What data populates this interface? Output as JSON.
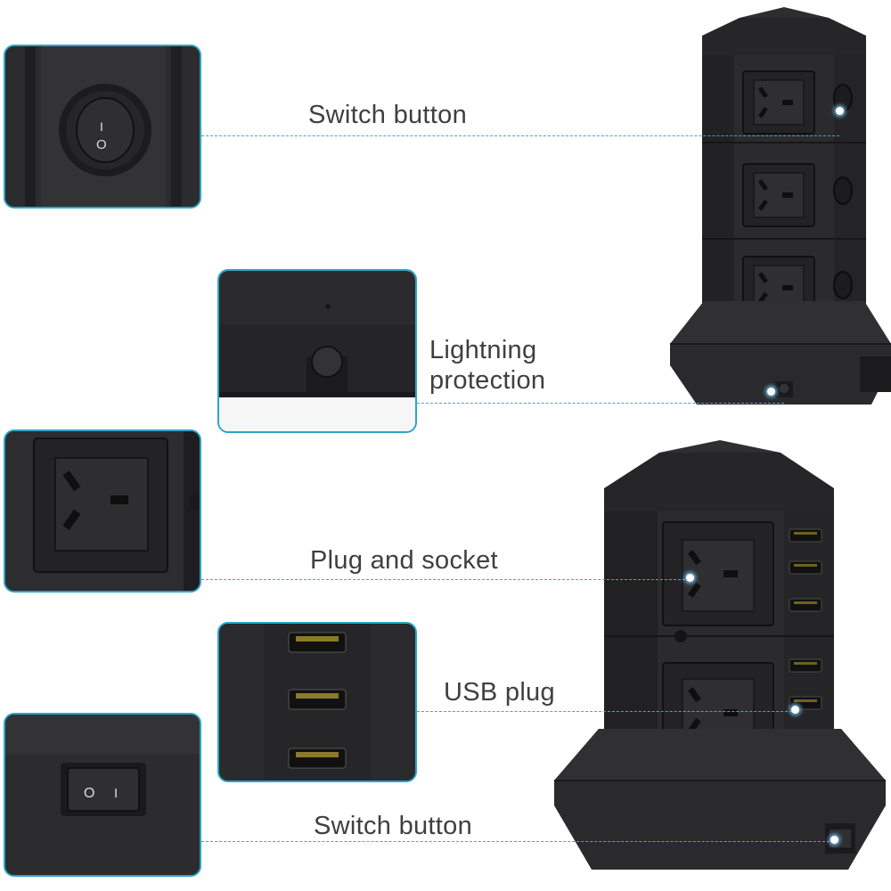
{
  "callouts": {
    "switch_top": "Switch button",
    "lightning": "Lightning\nprotection",
    "plug_socket": "Plug and socket",
    "usb_plug": "USB plug",
    "switch_bottom": "Switch button"
  },
  "switch_marks": {
    "on": "I",
    "off": "O"
  },
  "colors": {
    "leader_line": "#3fa9c7",
    "inset_border": "#2aa6c9",
    "label_text": "#3f3f3f",
    "product_body": "#2b2b2d"
  }
}
